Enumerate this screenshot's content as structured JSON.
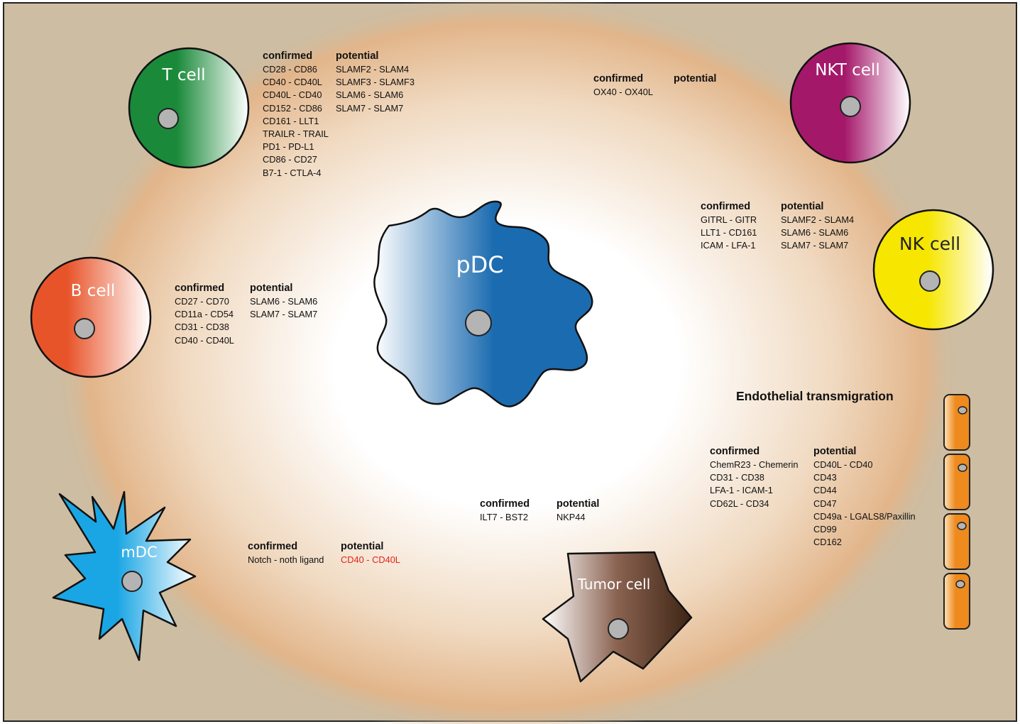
{
  "colors": {
    "background": "#cdbda2",
    "halo": "#e2b58a",
    "t_cell": "#1a8a3a",
    "nkt_cell": "#a4186a",
    "nk_cell": "#f6e600",
    "b_cell": "#e8542a",
    "pdc": "#1b6bb0",
    "mdc": "#1aa6e4",
    "tumor_cell": "#4e3020",
    "endothelium": "#ee8a1e",
    "nucleus": "#b4b4b4",
    "highlight_red": "#e2231a"
  },
  "cells": {
    "t_cell": "T cell",
    "nkt_cell": "NKT cell",
    "nk_cell": "NK cell",
    "b_cell": "B cell",
    "pdc": "pDC",
    "mdc": "mDC",
    "tumor_cell": "Tumor cell"
  },
  "headers": {
    "confirmed": "confirmed",
    "potential": "potential"
  },
  "endothelial_title": "Endothelial transmigration",
  "interactions": {
    "t_cell": {
      "confirmed": [
        "CD28 - CD86",
        "CD40 - CD40L",
        "CD40L - CD40",
        "CD152 - CD86",
        "CD161 - LLT1",
        "TRAILR - TRAIL",
        "PD1 - PD-L1",
        "CD86 - CD27",
        "B7-1  - CTLA-4"
      ],
      "potential": [
        "SLAMF2 - SLAM4",
        "SLAMF3 - SLAMF3",
        "SLAM6 - SLAM6",
        "SLAM7 - SLAM7"
      ]
    },
    "nkt_cell": {
      "confirmed": [
        "OX40 - OX40L"
      ],
      "potential": []
    },
    "nk_cell": {
      "confirmed": [
        "GITRL - GITR",
        "LLT1 - CD161",
        "ICAM - LFA-1"
      ],
      "potential": [
        "SLAMF2 - SLAM4",
        "SLAM6 - SLAM6",
        "SLAM7 - SLAM7"
      ]
    },
    "b_cell": {
      "confirmed": [
        "CD27 - CD70",
        "CD11a - CD54",
        "CD31 - CD38",
        "CD40 - CD40L"
      ],
      "potential": [
        "SLAM6 - SLAM6",
        "SLAM7 - SLAM7"
      ]
    },
    "endothelial": {
      "confirmed": [
        "ChemR23 - Chemerin",
        "CD31   -  CD38",
        "LFA-1 - ICAM-1",
        "CD62L - CD34"
      ],
      "potential": [
        "CD40L - CD40",
        "CD43",
        "CD44",
        "CD47",
        "CD49a - LGALS8/Paxillin",
        "CD99",
        "CD162"
      ]
    },
    "tumor_cell": {
      "confirmed": [
        "ILT7 - BST2"
      ],
      "potential": [
        "NKP44"
      ]
    },
    "mdc": {
      "confirmed": [
        "Notch - noth ligand"
      ],
      "potential": [
        "CD40 - CD40L"
      ]
    }
  }
}
